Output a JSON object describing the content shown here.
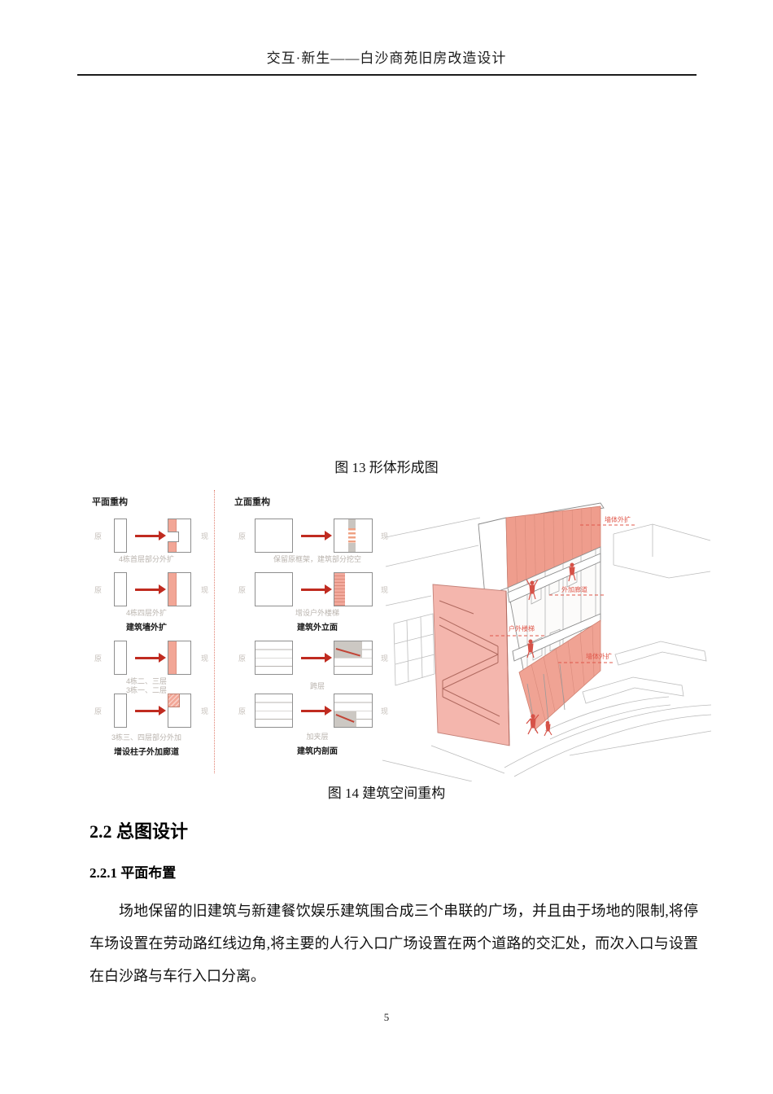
{
  "header": {
    "title": "交互·新生——白沙商苑旧房改造设计"
  },
  "figure13": {
    "caption": "图 13 形体形成图"
  },
  "figure14": {
    "caption": "图 14 建筑空间重构",
    "plan_column": {
      "title": "平面重构",
      "before_label": "原",
      "after_label": "现",
      "rows": [
        {
          "caption": "4栋首层部分外扩"
        },
        {
          "caption": "4栋四层外扩",
          "group_label": "建筑墙外扩"
        },
        {
          "caption": "4栋二、三层",
          "caption2": "3栋一、二层"
        },
        {
          "caption": "3栋三、四层部分外加",
          "group_label": "增设柱子外加廊道"
        }
      ]
    },
    "elevation_column": {
      "title": "立面重构",
      "before_label": "原",
      "after_label": "现",
      "rows": [
        {
          "caption": "保留原框架，建筑部分挖空"
        },
        {
          "caption": "增设户外楼梯",
          "group_label": "建筑外立面"
        },
        {
          "caption": "跨层"
        },
        {
          "caption": "加夹层",
          "group_label": "建筑内剖面"
        }
      ]
    },
    "axon": {
      "annotations": [
        "墙体外扩",
        "外加廊道",
        "户外楼梯",
        "墙体外扩"
      ]
    }
  },
  "section": {
    "heading": "2.2 总图设计",
    "subheading": "2.2.1 平面布置",
    "paragraph": "场地保留的旧建筑与新建餐饮娱乐建筑围合成三个串联的广场，并且由于场地的限制,将停车场设置在劳动路红线边角,将主要的人行入口广场设置在两个道路的交汇处，而次入口与设置在白沙路与车行入口分离。"
  },
  "footer": {
    "page_number": "5"
  },
  "colors": {
    "highlight_pink": "#ef9d8d",
    "highlight_pink_light": "#f4b6ad",
    "annotation_red": "#e0574a",
    "arrow_red": "#c02b20",
    "caption_gray": "#b9b3ad"
  }
}
